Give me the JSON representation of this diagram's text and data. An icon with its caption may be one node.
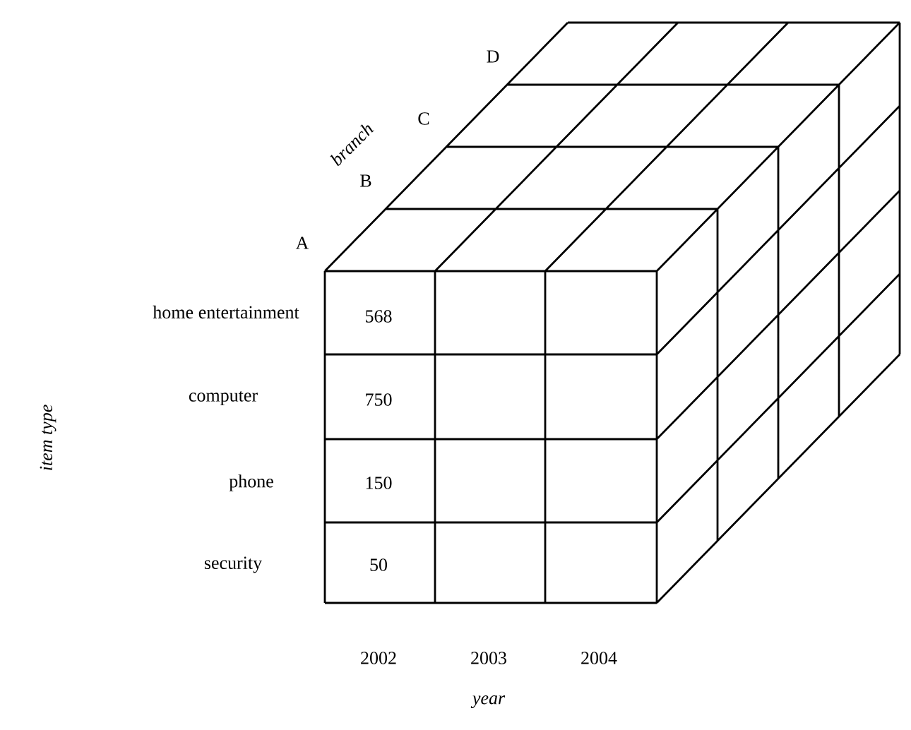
{
  "diagram": {
    "labels": [
      "D",
      "branch",
      "C",
      "B",
      "A",
      "home entertainment",
      "568",
      "computer",
      "750",
      "phone",
      "150",
      "security",
      "50",
      "item type",
      "2002",
      "2003",
      "2004",
      "year"
    ]
  }
}
